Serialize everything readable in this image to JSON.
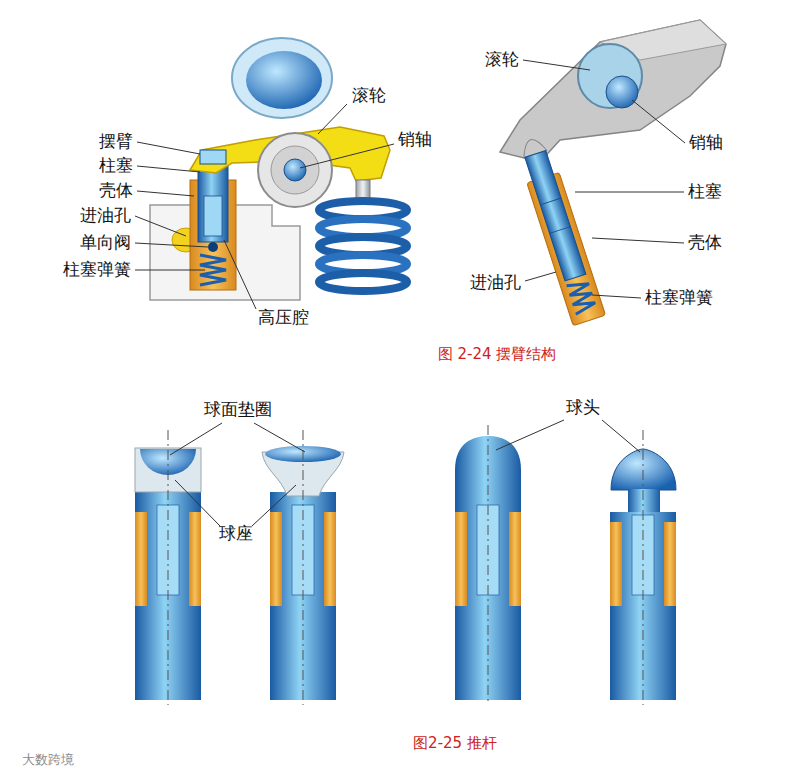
{
  "diagram": {
    "caption": "图 2-24 摆臂结构",
    "labels": [
      "滚轮",
      "销轴",
      "摆臂",
      "柱塞",
      "壳体",
      "进油孔",
      "单向阀",
      "柱塞弹簧",
      "高压腔",
      "滚轮",
      "销轴",
      "柱塞",
      "壳体",
      "进油孔",
      "柱塞弹簧",
      "球面垫圈",
      "球座",
      "球头",
      "图2-25 推杆",
      "大数跨境"
    ]
  }
}
